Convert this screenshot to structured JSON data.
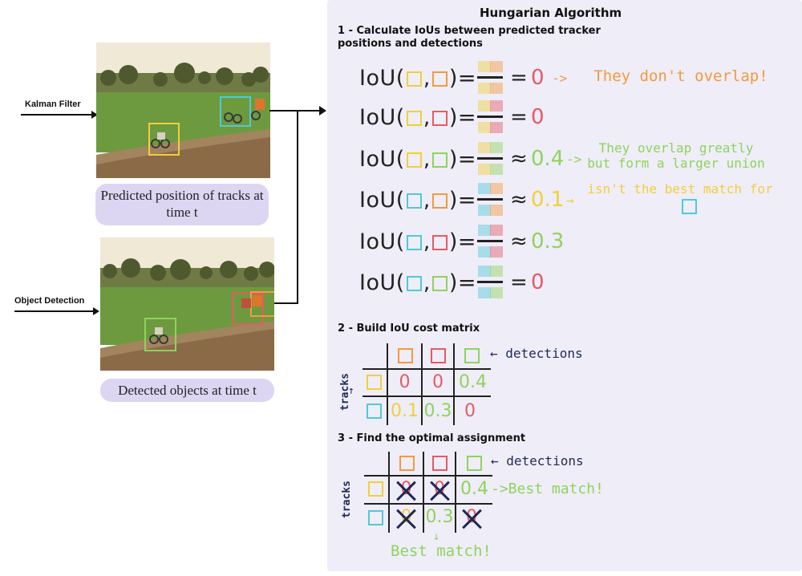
{
  "colors": {
    "orange": "#f39a3c",
    "red": "#e55a63",
    "yellow": "#f2cf3a",
    "green": "#8fd35d",
    "cyan": "#4fc9d9",
    "navy": "#1e2a55",
    "panel": "#efedf8",
    "pill": "#dcd6f3"
  },
  "left": {
    "kalman_label": "Kalman Filter",
    "detection_label": "Object Detection",
    "top_caption": "Predicted position of tracks at time t",
    "bottom_caption": "Detected objects at time t"
  },
  "panel": {
    "title": "Hungarian Algorithm",
    "step1": "1 - Calculate IoUs between predicted tracker positions and detections",
    "step2": "2 - Build  IoU cost matrix",
    "step3": "3 - Find the optimal assignment"
  },
  "iou_rows": [
    {
      "label": "IoU(",
      "a": "yellow",
      "b": "orange",
      "op": "=",
      "value": "0",
      "value_color": "red",
      "note_arrow": "->",
      "note": "They don't overlap!",
      "note_color": "orange"
    },
    {
      "label": "IoU(",
      "a": "yellow",
      "b": "red",
      "op": "=",
      "value": "0",
      "value_color": "red",
      "note_arrow": "",
      "note": "",
      "note_color": "red"
    },
    {
      "label": "IoU(",
      "a": "yellow",
      "b": "green",
      "op": "≈",
      "value": "0.4",
      "value_color": "green",
      "note_arrow": "->",
      "note": "They overlap greatly but form a larger union",
      "note_color": "green"
    },
    {
      "label": "IoU(",
      "a": "cyan",
      "b": "orange",
      "op": "≈",
      "value": "0.1",
      "value_color": "yellow",
      "note_arrow": "→",
      "note": "isn't the best match for",
      "note_color": "yellow"
    },
    {
      "label": "IoU(",
      "a": "cyan",
      "b": "red",
      "op": "≈",
      "value": "0.3",
      "value_color": "green",
      "note_arrow": "",
      "note": "",
      "note_color": "green"
    },
    {
      "label": "IoU(",
      "a": "cyan",
      "b": "green",
      "op": "=",
      "value": "0",
      "value_color": "red",
      "note_arrow": "",
      "note": "",
      "note_color": "red"
    }
  ],
  "matrix": {
    "detections_label": "← detections",
    "tracks_label": "tracks",
    "tracks_arrow": "→",
    "row1": [
      "0",
      "0",
      "0.4"
    ],
    "row2": [
      "0.1",
      "0.3",
      "0"
    ]
  },
  "assignment": {
    "detections_label": "← detections",
    "tracks_label": "tracks",
    "row1_value": "0.4",
    "row1_note": "->Best match!",
    "row2_value": "0.3",
    "row2_cross1": "0",
    "row2_cross3": "0",
    "row1_cross1": "0",
    "row1_cross2": "0",
    "bottom_arrow": "↓",
    "bottom_note": "Best match!"
  }
}
